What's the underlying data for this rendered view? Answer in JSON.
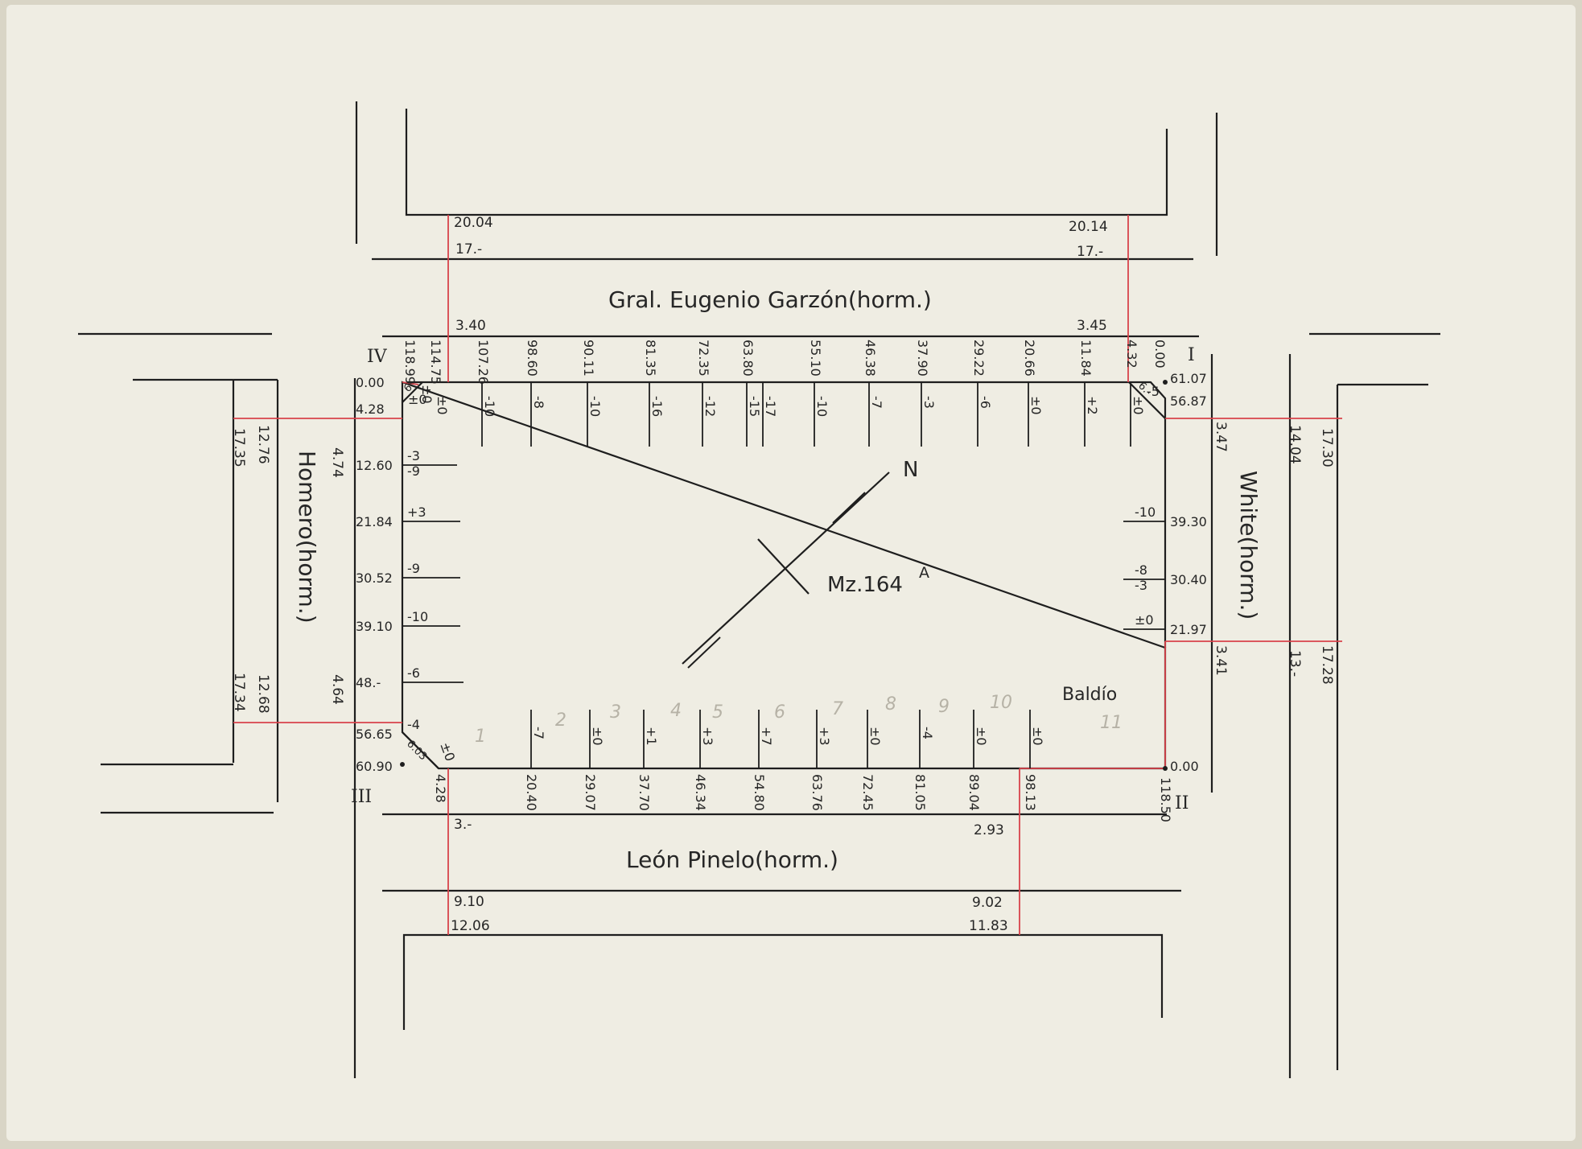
{
  "colors": {
    "paper": "#efede3",
    "ink": "#1e1e1e",
    "red_line": "#d8434b",
    "background": "#d9d5c6"
  },
  "streets": {
    "north": "Gral. Eugenio Garzón(horm.)",
    "south": "León Pinelo(horm.)",
    "west": "Homero(horm.)",
    "east": "White(horm.)"
  },
  "block": {
    "name": "Mz.164",
    "sup": "A",
    "north_symbol": "N",
    "vacant": "Baldío"
  },
  "corners": {
    "I": "I",
    "II": "II",
    "III": "III",
    "IV": "IV"
  },
  "north_width": {
    "w_top": "20.04",
    "w_line": "17.-",
    "w_sidewalk": "3.40",
    "e_top": "20.14",
    "e_line": "17.-",
    "e_sidewalk": "3.45"
  },
  "south_width": {
    "w_sidewalk": "3.-",
    "w_a": "9.10",
    "w_b": "12.06",
    "e_sidewalk": "2.93",
    "e_a": "9.02",
    "e_b": "11.83"
  },
  "west_width": {
    "outer": "17.35",
    "inner": "12.76",
    "sidewalk": "4.74",
    "outer_b": "17.34",
    "inner_b": "12.68",
    "sidewalk_b": "4.64"
  },
  "east_width": {
    "sidewalk": "3.47",
    "a": "14.04",
    "b": "17.30",
    "sidewalk_b": "3.41",
    "c": "13.-",
    "d": "17.28"
  },
  "north_side": [
    {
      "dist": "118.99",
      "lvl": ""
    },
    {
      "dist": "114.75",
      "lvl": "±0"
    },
    {
      "dist": "107.26",
      "lvl": "-10"
    },
    {
      "dist": "98.60",
      "lvl": "-8"
    },
    {
      "dist": "90.11",
      "lvl": "-10"
    },
    {
      "dist": "81.35",
      "lvl": "-16"
    },
    {
      "dist": "72.35",
      "lvl": "-12"
    },
    {
      "dist": "63.80",
      "lvl": "-15"
    },
    {
      "dist": "",
      "lvl": "-17"
    },
    {
      "dist": "55.10",
      "lvl": "-10"
    },
    {
      "dist": "46.38",
      "lvl": "-7"
    },
    {
      "dist": "37.90",
      "lvl": "-3"
    },
    {
      "dist": "29.22",
      "lvl": "-6"
    },
    {
      "dist": "20.66",
      "lvl": "±0"
    },
    {
      "dist": "11.84",
      "lvl": "+2"
    },
    {
      "dist": "4.32",
      "lvl": "±0"
    },
    {
      "dist": "0.00",
      "lvl": ""
    }
  ],
  "south_side": [
    {
      "dist": "4.28",
      "lvl": "±0"
    },
    {
      "dist": "20.40",
      "lvl": "-7"
    },
    {
      "dist": "29.07",
      "lvl": "±0"
    },
    {
      "dist": "37.70",
      "lvl": "+1"
    },
    {
      "dist": "46.34",
      "lvl": "+3"
    },
    {
      "dist": "54.80",
      "lvl": "+7"
    },
    {
      "dist": "63.76",
      "lvl": "+3"
    },
    {
      "dist": "72.45",
      "lvl": "±0"
    },
    {
      "dist": "81.05",
      "lvl": "-4"
    },
    {
      "dist": "89.04",
      "lvl": "±0"
    },
    {
      "dist": "98.13",
      "lvl": "±0"
    },
    {
      "dist": "118.50",
      "lvl": ""
    }
  ],
  "west_side": [
    {
      "dist": "0.00",
      "lvl": ""
    },
    {
      "dist": "4.28",
      "lvl": "±0"
    },
    {
      "dist": "12.60",
      "lvl": "-3"
    },
    {
      "dist": "",
      "lvl": "-9"
    },
    {
      "dist": "21.84",
      "lvl": "+3"
    },
    {
      "dist": "30.52",
      "lvl": "-9"
    },
    {
      "dist": "39.10",
      "lvl": "-10"
    },
    {
      "dist": "48.-",
      "lvl": "-6"
    },
    {
      "dist": "56.65",
      "lvl": "-4"
    },
    {
      "dist": "60.90",
      "lvl": ""
    }
  ],
  "east_side": [
    {
      "dist": "61.07",
      "lvl": ""
    },
    {
      "dist": "56.87",
      "lvl": "-5"
    },
    {
      "dist": "39.30",
      "lvl": "-10"
    },
    {
      "dist": "30.40",
      "lvl": "-8"
    },
    {
      "dist": "",
      "lvl": "-3"
    },
    {
      "dist": "21.97",
      "lvl": "±0"
    },
    {
      "dist": "0.00",
      "lvl": ""
    }
  ],
  "chamfers": {
    "nw": "6.-",
    "nw_lvl": "±0",
    "ne": "6.-",
    "sw": "6.03",
    "sw_lvl": "±0"
  },
  "faint_marks": [
    "1",
    "2",
    "3",
    "4",
    "5",
    "6",
    "7",
    "8",
    "9",
    "10",
    "11"
  ]
}
